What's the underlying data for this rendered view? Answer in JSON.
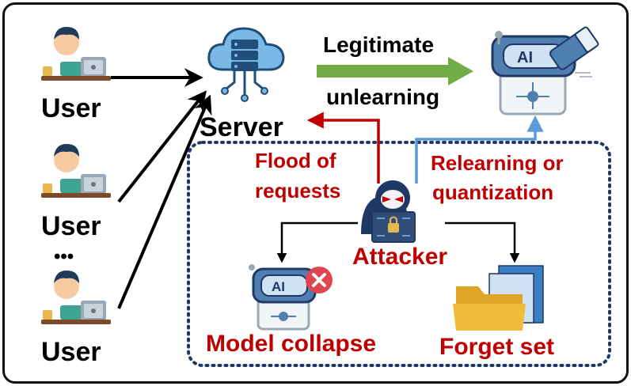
{
  "nodes": {
    "users": [
      "User",
      "User",
      "User"
    ],
    "ellipsis": "•••",
    "server": "Server",
    "ai_badge": "AI",
    "attacker": "Attacker",
    "model_collapse": "Model collapse",
    "forget_set": "Forget set"
  },
  "edges": {
    "legitimate_line1": "Legitimate",
    "legitimate_line2": "unlearning",
    "flood_line1": "Flood of",
    "flood_line2": "requests",
    "relearn_line1": "Relearning or",
    "relearn_line2": "quantization"
  },
  "colors": {
    "red": "#c00000",
    "green": "#70ad47",
    "blue": "#5b9bd5",
    "navy": "#1f3864",
    "black": "#000000"
  }
}
